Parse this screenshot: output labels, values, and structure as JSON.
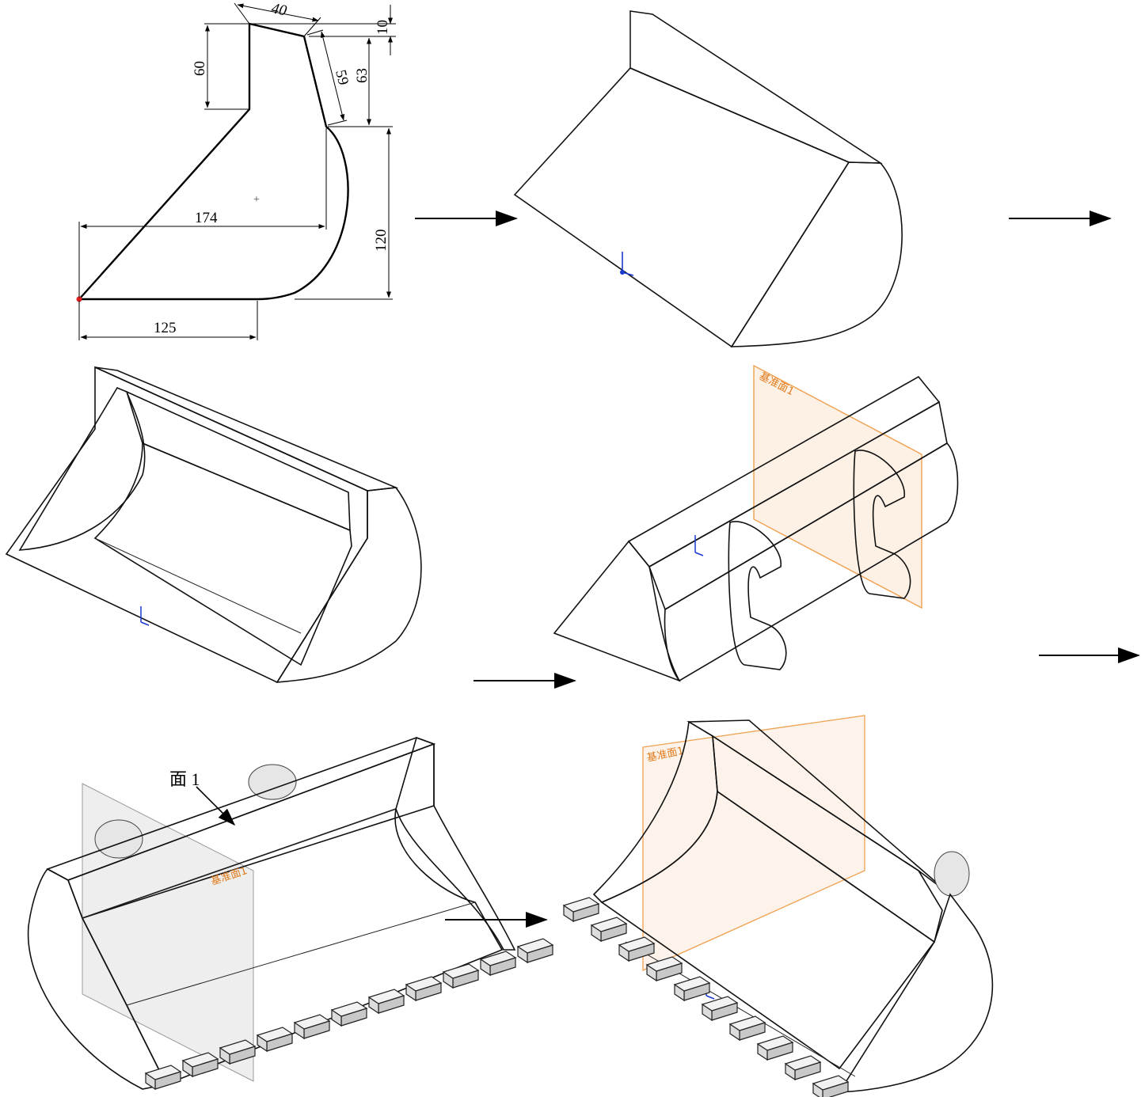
{
  "sketch": {
    "dimensions": {
      "top_width": "40",
      "top_offset": "10",
      "left_height": "60",
      "slant_length": "59",
      "right_upper_height": "63",
      "middle_width": "174",
      "right_height": "120",
      "bottom_width": "125"
    }
  },
  "labels": {
    "plane_label": "基准面1",
    "face_label": "面 1"
  },
  "colors": {
    "side_face_grey_purple": "#9c8c9e",
    "side_face_light_purple": "#d8bcd8",
    "plane_orange": "#f0a050",
    "triad_blue": "#1a3ad0",
    "origin_red": "#e02020"
  },
  "icons": [
    "arrow-right-icon",
    "coordinate-triad-icon",
    "origin-point-icon"
  ]
}
